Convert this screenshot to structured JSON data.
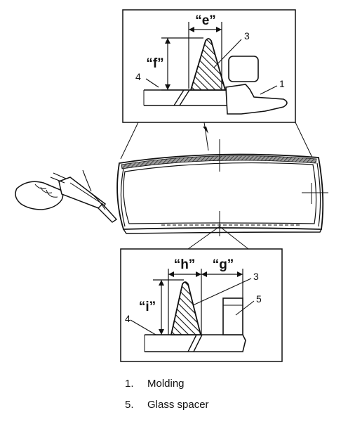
{
  "top_detail": {
    "dim_e": "“e”",
    "dim_f": "“f”",
    "callout_3": "3",
    "callout_4": "4",
    "callout_1": "1"
  },
  "bottom_detail": {
    "dim_h": "“h”",
    "dim_g": "“g”",
    "dim_i": "“i”",
    "callout_3": "3",
    "callout_4": "4",
    "callout_5": "5"
  },
  "legend": [
    {
      "num": "1.",
      "text": "Molding"
    },
    {
      "num": "5.",
      "text": "Glass spacer"
    }
  ],
  "colors": {
    "ink": "#111111",
    "paper": "#ffffff"
  }
}
